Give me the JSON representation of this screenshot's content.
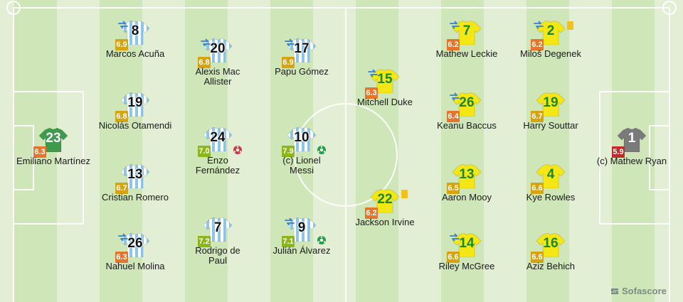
{
  "brand": {
    "label": "Sofascore",
    "icon": "sofascore-logo-icon"
  },
  "colors": {
    "rating_yellow": "#d7a410",
    "rating_orange": "#e5752a",
    "rating_green": "#8bb718",
    "rating_red": "#c52a2a",
    "argentina_stripe": "#8ec6ea",
    "australia_kit": "#f5e615",
    "argentina_gk": "#3f9a4d",
    "australia_gk": "#7a7a7a"
  },
  "argentina": {
    "gk": {
      "number": "23",
      "rating": "6.3",
      "name": "Emiliano Martínez"
    },
    "defenders": [
      {
        "number": "8",
        "rating": "6.9",
        "name": "Marcos Acuña",
        "subbed": true
      },
      {
        "number": "19",
        "rating": "6.8",
        "name": "Nicolás Otamendi"
      },
      {
        "number": "13",
        "rating": "6.7",
        "name": "Cristian Romero"
      },
      {
        "number": "26",
        "rating": "6.3",
        "name": "Nahuel Molina",
        "subbed": true
      }
    ],
    "midfielders": [
      {
        "number": "20",
        "rating": "6.8",
        "name": "Alexis Mac Allister",
        "subbed": true
      },
      {
        "number": "24",
        "rating": "7.0",
        "name": "Enzo Fernández",
        "own_goal": true
      },
      {
        "number": "7",
        "rating": "7.2",
        "name": "Rodrigo de Paul"
      }
    ],
    "forwards": [
      {
        "number": "17",
        "rating": "6.9",
        "name": "Papu Gómez",
        "subbed": true
      },
      {
        "number": "10",
        "rating": "7.9",
        "name": "(c) Lionel Messi",
        "goal": true
      },
      {
        "number": "9",
        "rating": "7.1",
        "name": "Julián Álvarez",
        "subbed": true,
        "goal": true
      }
    ]
  },
  "australia": {
    "gk": {
      "number": "1",
      "rating": "5.9",
      "name": "(c) Mathew Ryan"
    },
    "forwards": [
      {
        "number": "15",
        "rating": "6.3",
        "name": "Mitchell Duke",
        "subbed": true
      },
      {
        "number": "22",
        "rating": "6.2",
        "name": "Jackson Irvine",
        "yellow_card": true
      }
    ],
    "midfielders": [
      {
        "number": "7",
        "rating": "6.2",
        "name": "Mathew Leckie",
        "subbed": true
      },
      {
        "number": "26",
        "rating": "6.4",
        "name": "Keanu Baccus",
        "subbed": true
      },
      {
        "number": "13",
        "rating": "6.5",
        "name": "Aaron Mooy"
      },
      {
        "number": "14",
        "rating": "6.6",
        "name": "Riley McGree",
        "subbed": true
      }
    ],
    "defenders": [
      {
        "number": "2",
        "rating": "6.2",
        "name": "Miloš Degenek",
        "subbed": true,
        "yellow_card": true
      },
      {
        "number": "19",
        "rating": "6.7",
        "name": "Harry Souttar"
      },
      {
        "number": "4",
        "rating": "6.6",
        "name": "Kye Rowles"
      },
      {
        "number": "16",
        "rating": "6.6",
        "name": "Aziz Behich"
      }
    ]
  }
}
